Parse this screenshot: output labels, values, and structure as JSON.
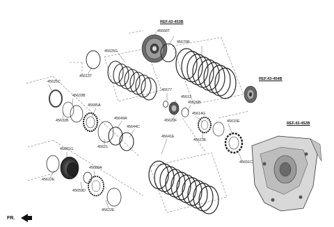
{
  "references": {
    "ref_453b": "REF.43-453B",
    "ref_454b": "REF.43-454B",
    "ref_452b": "REF.43-452B"
  },
  "parts": {
    "p45668T": "45668T",
    "p45670B": "45670B",
    "p45625G": "45625G",
    "p45613T": "45613T",
    "p45625C": "45625C",
    "p45633B": "45633B",
    "p45685A": "45685A",
    "p45632B": "45632B",
    "p45649A": "45649A",
    "p45644C": "45644C",
    "p45621": "45621",
    "p45577": "45577",
    "p45613": "45613",
    "p45626B": "45626B",
    "p45620F": "45620F",
    "p45614G": "45614G",
    "p45615E": "45615E",
    "p45613E": "45613E",
    "p45641E": "45641E",
    "p45681G": "45681G",
    "p45622E_a": "45622E",
    "p45689A": "45689A",
    "p45659D": "45659D",
    "p45622E_b": "45622E",
    "p45691C": "45691C"
  },
  "footer": {
    "direction_label": "FR."
  }
}
